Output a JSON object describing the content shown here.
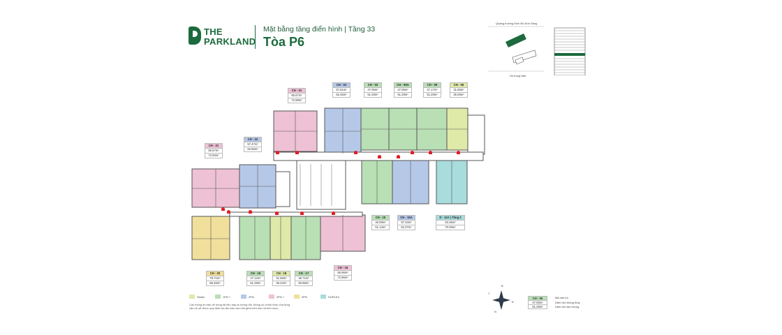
{
  "header": {
    "logo_line1": "THE",
    "logo_line2": "PARKLAND",
    "subtitle": "Mặt bằng tầng điển hình | Tầng 33",
    "title": "Tòa P6"
  },
  "location": {
    "top_label": "Quảng trường Kinh Đô Ánh Sáng",
    "bottom_label": "Hồ trung tâm"
  },
  "units": [
    {
      "code": "CH - 01",
      "a": "65.67m²",
      "b": "72.98m²",
      "type": "2pn+"
    },
    {
      "code": "CH - 02",
      "a": "57.81m²",
      "b": "62.45m²",
      "type": "2pn"
    },
    {
      "code": "CH - 03",
      "a": "47.05m²",
      "b": "51.29m²",
      "type": "1pn+"
    },
    {
      "code": "CH - 05A",
      "a": "47.05m²",
      "b": "51.29m²",
      "type": "1pn+"
    },
    {
      "code": "CH - 05",
      "a": "47.17m²",
      "b": "51.29m²",
      "type": "1pn+"
    },
    {
      "code": "CH - 06",
      "a": "31.68m²",
      "b": "35.09m²",
      "type": "studio"
    },
    {
      "code": "CH - 21",
      "a": "65.67m²",
      "b": "72.93m²",
      "type": "2pn+"
    },
    {
      "code": "CH - 22",
      "a": "57.47m²",
      "b": "62.86m²",
      "type": "2pn"
    },
    {
      "code": "CH - 15",
      "a": "46.99m²",
      "b": "51.13m²",
      "type": "1pn+"
    },
    {
      "code": "CH - 15A",
      "a": "57.33m²",
      "b": "62.37m²",
      "type": "2pn"
    },
    {
      "code": "D - 12A | Tầng 2",
      "a": "63.36m²",
      "b": "70.09m²",
      "type": "duplex"
    },
    {
      "code": "CH - 20",
      "a": "78.71m²",
      "b": "86.46m²",
      "type": "3pn"
    },
    {
      "code": "CH - 19",
      "a": "47.12m²",
      "b": "51.29m²",
      "type": "1pn+"
    },
    {
      "code": "CH - 18",
      "a": "31.58m²",
      "b": "35.24m²",
      "type": "studio"
    },
    {
      "code": "CH - 17",
      "a": "46.71m²",
      "b": "50.86m²",
      "type": "1pn+"
    },
    {
      "code": "CH - 16",
      "a": "65.96m²",
      "b": "72.96m²",
      "type": "2pn+"
    }
  ],
  "legend": [
    {
      "label": "Studio",
      "color": "#dfe9a8"
    },
    {
      "label": "1PN +",
      "color": "#b9dfb5"
    },
    {
      "label": "2PN",
      "color": "#b6c8e8"
    },
    {
      "label": "2PN +",
      "color": "#eec1d4"
    },
    {
      "label": "3PN",
      "color": "#f0e09c"
    },
    {
      "label": "DUPLEX",
      "color": "#a9dcdc"
    }
  ],
  "note": "Các thông tin bản vẽ trong tài liệu này là tương đối, thông số chính thức của từng căn hộ sẽ được quy định tại văn bản cam kết giữa bên bán và bên mua.",
  "key": {
    "code": "CH - 05",
    "a": "47.05m²",
    "b": "51.29m²",
    "l1": "Mã căn hộ",
    "l2": "Diện tích thông thủy",
    "l3": "Diện tích tim tường"
  },
  "compass": {
    "n": "N",
    "d": "Đ",
    "t": "T",
    "b": "B"
  }
}
